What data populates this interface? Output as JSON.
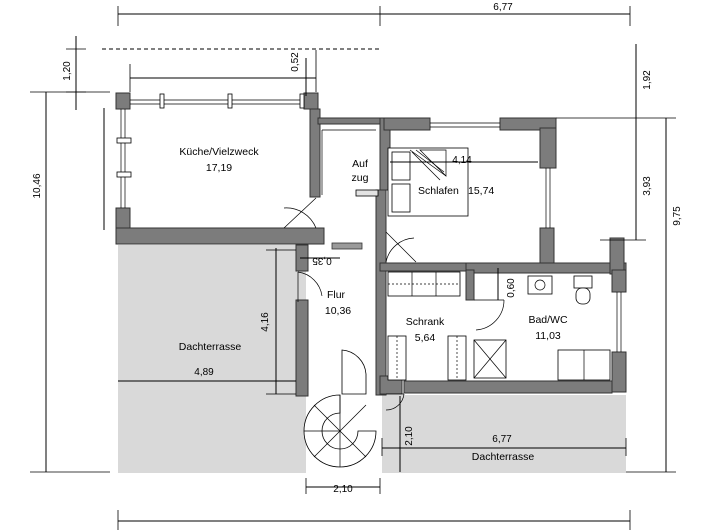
{
  "rooms": {
    "kitchen": {
      "name": "Küche/Vielzweck",
      "area": "17,19"
    },
    "elevator": {
      "line1": "Auf",
      "line2": "zug"
    },
    "bedroom": {
      "name": "Schlafen",
      "area": "15,74"
    },
    "hall": {
      "name": "Flur",
      "area": "10,36"
    },
    "closet": {
      "name": "Schrank",
      "area": "5,64"
    },
    "bath": {
      "name": "Bad/WC",
      "area": "11,03"
    },
    "terrace_left": {
      "name": "Dachterrasse"
    },
    "terrace_right": {
      "name": "Dachterrasse"
    }
  },
  "dimensions": {
    "top_width": "6,77",
    "left_top": "1,20",
    "kitchen_offset": "0,52",
    "left_total": "10,46",
    "bedroom_width": "4,14",
    "wall_035": "0,35",
    "hall_height": "4,16",
    "terrace_left_width": "4,89",
    "bath_door": "0,60",
    "right_top": "1,92",
    "right_mid": "3,93",
    "right_total": "9,75",
    "terrace_right_width": "6,77",
    "terrace_right_height": "2,10",
    "stair_width": "2,10"
  }
}
